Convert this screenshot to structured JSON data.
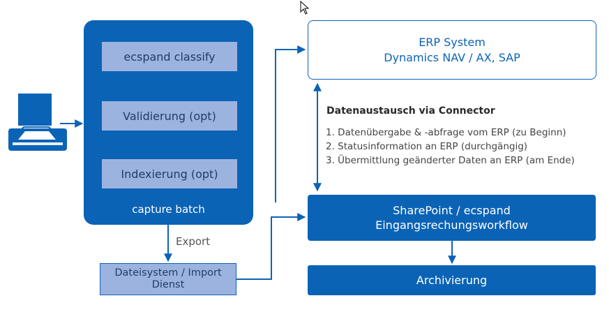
{
  "capture": {
    "steps": [
      "ecspand classify",
      "Validierung (opt)",
      "Indexierung (opt)"
    ],
    "batch_label": "capture batch"
  },
  "export_label": "Export",
  "filesystem": {
    "line1": "Dateisystem / Import",
    "line2": "Dienst"
  },
  "erp": {
    "line1": "ERP System",
    "line2": "Dynamics NAV / AX, SAP"
  },
  "connector": {
    "title": "Datenaustausch via Connector",
    "items": [
      "1. Datenübergabe & -abfrage vom ERP (zu Beginn)",
      "2. Statusinformation an ERP (durchgängig)",
      "3. Übermittlung geänderter Daten an ERP (am Ende)"
    ]
  },
  "sharepoint": {
    "line1": "SharePoint / ecspand",
    "line2": "Eingangsrechungsworkflow"
  },
  "archive": {
    "label": "Archivierung"
  },
  "colors": {
    "primary": "#0b63b6",
    "light": "#9db3df",
    "step_text": "#1f3d66"
  },
  "icons": [
    "scanner-icon",
    "cursor-icon"
  ]
}
